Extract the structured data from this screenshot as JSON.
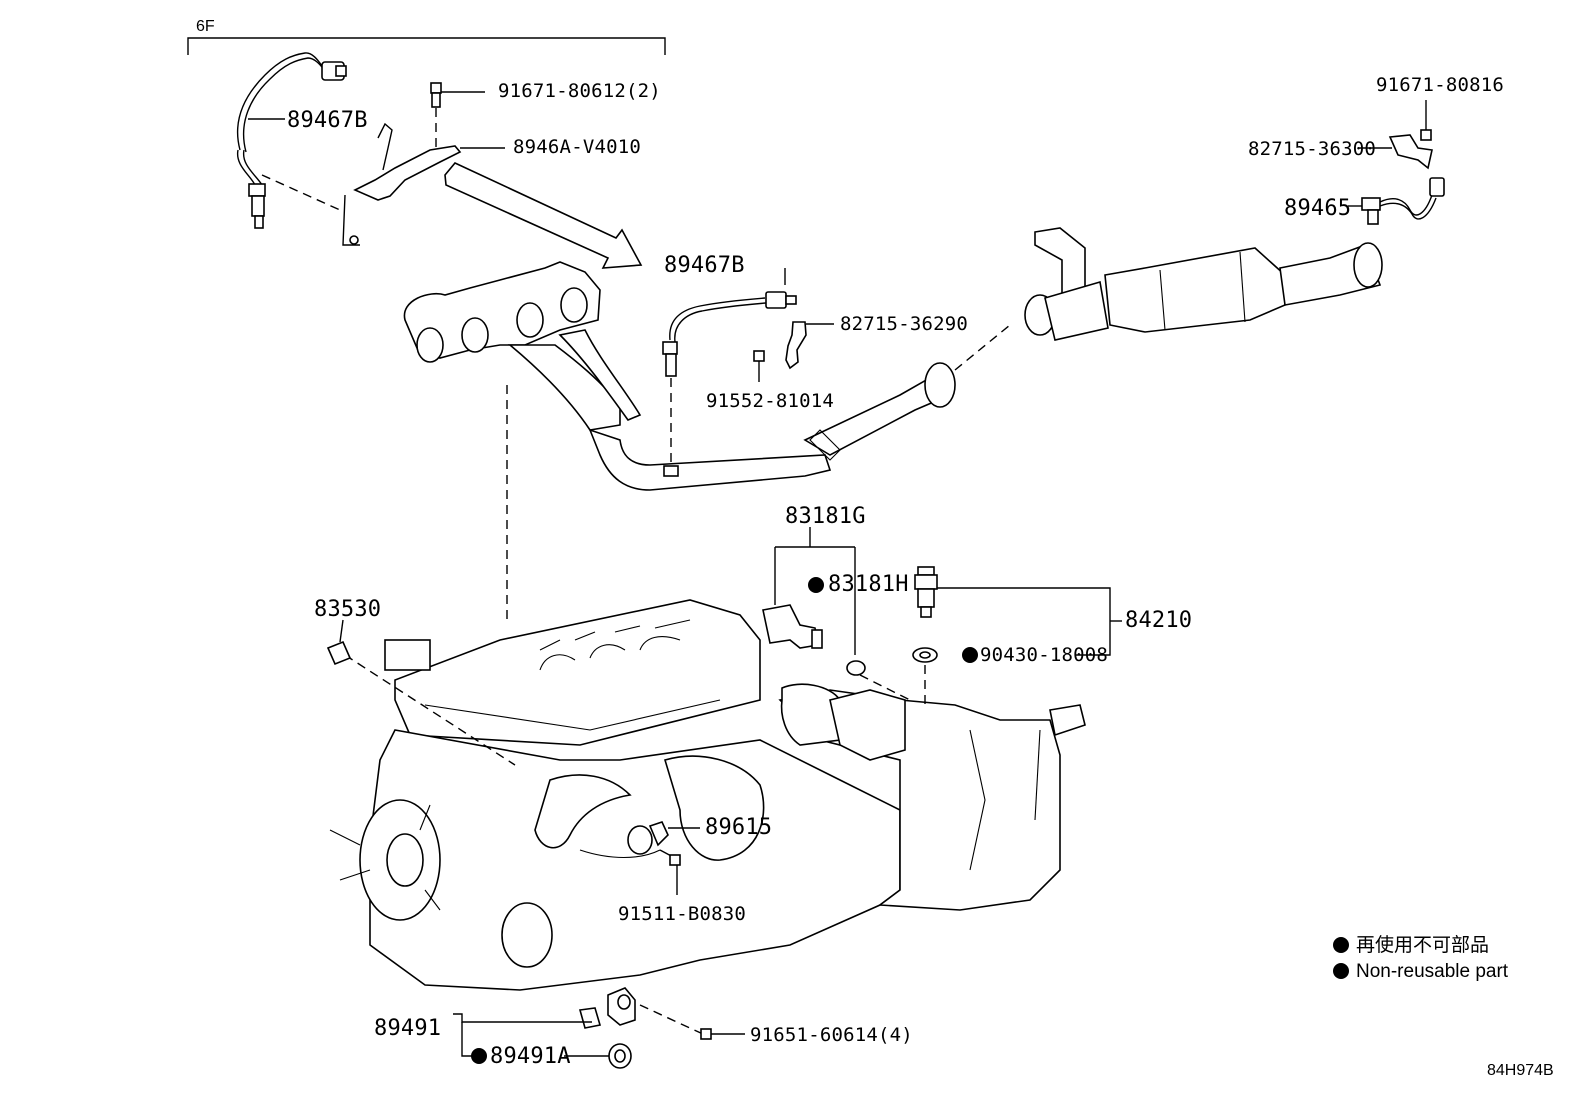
{
  "section_label": "6F",
  "parts": {
    "p_89467B_top": "89467B",
    "p_91671_80612": "91671-80612(2)",
    "p_8946A_V4010": "8946A-V4010",
    "p_89467B_mid": "89467B",
    "p_82715_36290": "82715-36290",
    "p_91552_81014": "91552-81014",
    "p_91671_80816": "91671-80816",
    "p_82715_36300": "82715-36300",
    "p_89465": "89465",
    "p_83181G": "83181G",
    "p_83181H": "83181H",
    "p_84210": "84210",
    "p_90430_18008": "90430-18008",
    "p_83530": "83530",
    "p_89615": "89615",
    "p_91511_B0830": "91511-B0830",
    "p_89491": "89491",
    "p_89491A": "89491A",
    "p_91651_60614": "91651-60614(4)"
  },
  "legend": {
    "japanese": "再使用不可部品",
    "english": "Non-reusable part"
  },
  "diagram_code": "84H974B"
}
